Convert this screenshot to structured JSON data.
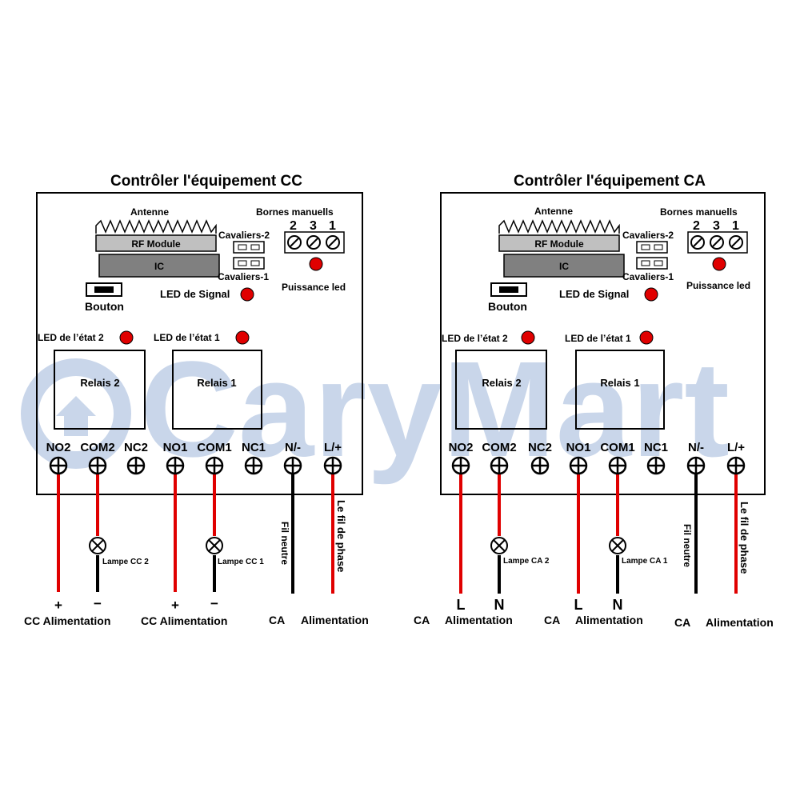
{
  "watermark": {
    "text": "CaryMart",
    "color": "#c9d6ea"
  },
  "colors": {
    "wire_red": "#e00000",
    "wire_black": "#000000",
    "led": "#e00000",
    "module_fill": "#c0c0c0",
    "ic_fill": "#808080"
  },
  "panels": [
    {
      "title": "Contrôler l'équipement CC",
      "antenna_label": "Antenne",
      "rf_module_label": "RF Module",
      "ic_label": "IC",
      "jumper2_label": "Cavaliers-2",
      "jumper1_label": "Cavaliers-1",
      "manual_terminals_label": "Bornes manuells",
      "manual_terminal_numbers": [
        "2",
        "3",
        "1"
      ],
      "power_led_label": "Puissance led",
      "signal_led_label": "LED de Signal",
      "button_label": "Bouton",
      "state_led2_label": "LED de l’état 2",
      "state_led1_label": "LED de l’état 1",
      "relay2_label": "Relais 2",
      "relay1_label": "Relais 1",
      "terminals": [
        "NO2",
        "COM2",
        "NC2",
        "NO1",
        "COM1",
        "NC1",
        "N/-",
        "L/+"
      ],
      "lamp2_label": "Lampe CC 2",
      "lamp1_label": "Lampe CC 1",
      "neutral_wire_label": "Fil neutre",
      "phase_wire_label": "Le fil de phase",
      "lamp2_sign_a": "+",
      "lamp2_sign_b": "−",
      "lamp1_sign_a": "+",
      "lamp1_sign_b": "−",
      "bottom_labels": [
        "CC Alimentation",
        "CC Alimentation",
        "CA",
        "Alimentation"
      ]
    },
    {
      "title": "Contrôler l'équipement CA",
      "antenna_label": "Antenne",
      "rf_module_label": "RF Module",
      "ic_label": "IC",
      "jumper2_label": "Cavaliers-2",
      "jumper1_label": "Cavaliers-1",
      "manual_terminals_label": "Bornes manuells",
      "manual_terminal_numbers": [
        "2",
        "3",
        "1"
      ],
      "power_led_label": "Puissance led",
      "signal_led_label": "LED de Signal",
      "button_label": "Bouton",
      "state_led2_label": "LED de l’état 2",
      "state_led1_label": "LED de l’état 1",
      "relay2_label": "Relais 2",
      "relay1_label": "Relais 1",
      "terminals": [
        "NO2",
        "COM2",
        "NC2",
        "NO1",
        "COM1",
        "NC1",
        "N/-",
        "L/+"
      ],
      "lamp2_label": "Lampe CA 2",
      "lamp1_label": "Lampe CA 1",
      "neutral_wire_label": "Fil neutre",
      "phase_wire_label": "Le fil de phase",
      "lamp2_sign_a": "L",
      "lamp2_sign_b": "N",
      "lamp1_sign_a": "L",
      "lamp1_sign_b": "N",
      "bottom_labels": [
        "CA",
        "Alimentation",
        "CA",
        "Alimentation",
        "CA",
        "Alimentation"
      ]
    }
  ]
}
